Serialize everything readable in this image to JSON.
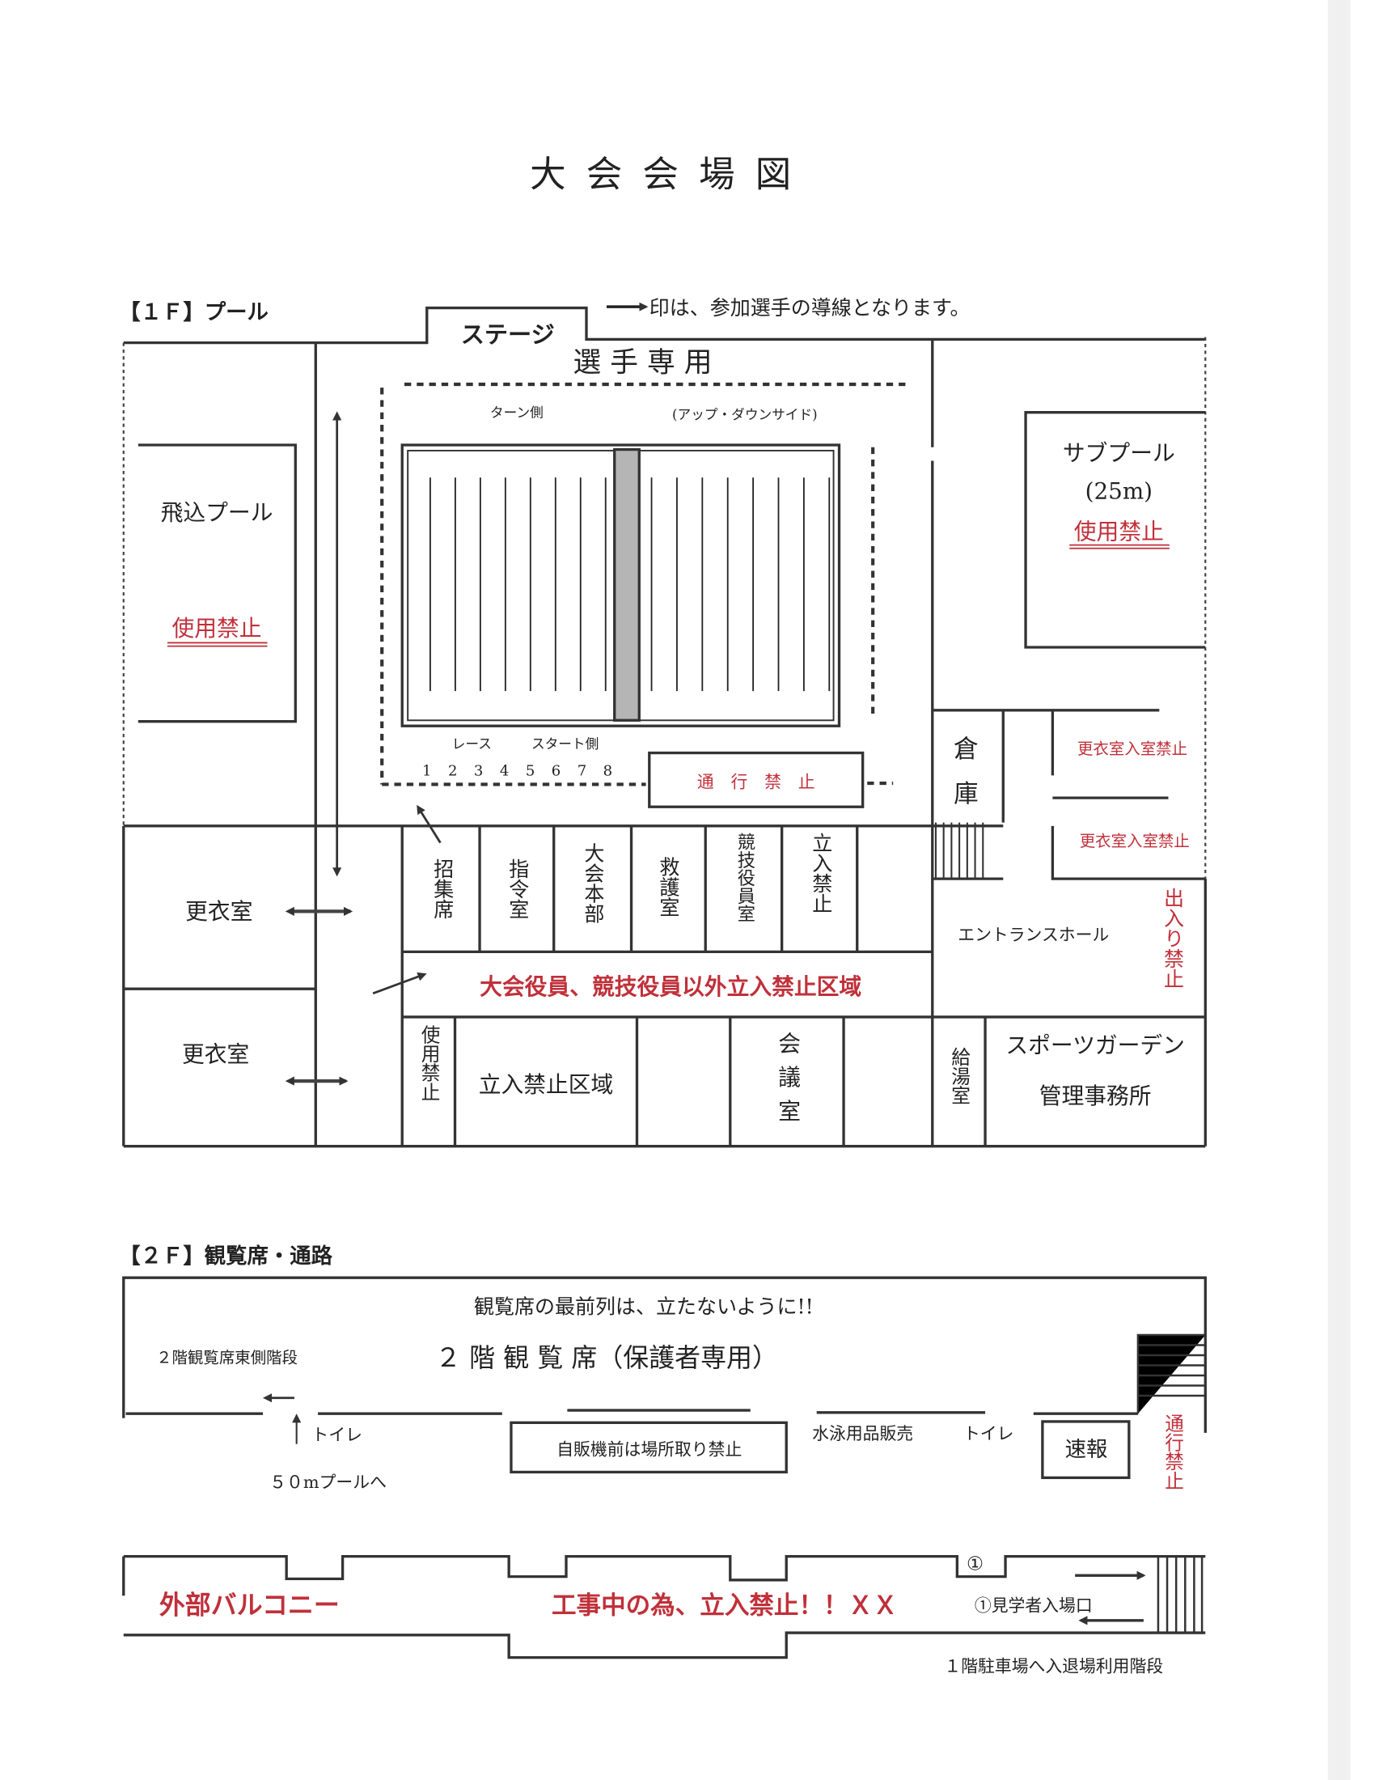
{
  "title": "大 会 会 場 図",
  "colors": {
    "line": "#333333",
    "warning": "#c0303a",
    "divider": "#999999"
  },
  "floor1": {
    "label": "【１Ｆ】プール",
    "legend": "印は、参加選手の導線となります。",
    "stage": "ステージ",
    "athletes_only": "選 手 専 用",
    "turn_side": "ターン側",
    "updown_side": "(アップ・ダウンサイド)",
    "race_label": "レース",
    "start_side": "スタート側",
    "lanes": [
      "1",
      "2",
      "3",
      "4",
      "5",
      "6",
      "7",
      "8"
    ],
    "no_passage": "通　行　禁　止",
    "diving_pool": "飛込プール",
    "diving_pool_status": "使用禁止",
    "sub_pool": "サブプール",
    "sub_pool_size": "(25m)",
    "sub_pool_status": "使用禁止",
    "storage": [
      "倉",
      "庫"
    ],
    "locker_no_entry_1": "更衣室入室禁止",
    "locker_no_entry_2": "更衣室入室禁止",
    "rooms_row1": [
      "招集席",
      "指令室",
      "大会本部",
      "救護室",
      "競技役員室",
      "立入禁止"
    ],
    "restricted_area_notice": "大会役員、競技役員以外立入禁止区域",
    "locker_room_1": "更衣室",
    "locker_room_2": "更衣室",
    "entrance_hall": "エントランスホール",
    "entrance_no_entry": "出入り禁止",
    "rooms_row2": {
      "unusable": "使用禁止",
      "restricted": "立入禁止区域",
      "meeting": "会議室",
      "kitchen": "給湯室"
    },
    "sports_garden": "スポーツガーデン",
    "admin_office": "管理事務所"
  },
  "floor2": {
    "label": "【２Ｆ】観覧席・通路",
    "front_row_notice": "観覧席の最前列は、立たないように!!",
    "east_stairs": "２階観覧席東側階段",
    "gallery": "２ 階 観 覧 席（保護者専用）",
    "toilet_1": "トイレ",
    "to_50m_pool": "５０mプールへ",
    "vending_notice": "自販機前は場所取り禁止",
    "swim_goods": "水泳用品販売",
    "toilet_2": "トイレ",
    "bulletin": "速報",
    "no_passage": "通行禁止",
    "balcony": "外部バルコニー",
    "construction_notice": "工事中の為、立入禁止！！ＸＸ",
    "entrance_marker": "①",
    "visitor_entrance": "①見学者入場口",
    "parking_stairs": "１階駐車場へ入退場利用階段"
  }
}
